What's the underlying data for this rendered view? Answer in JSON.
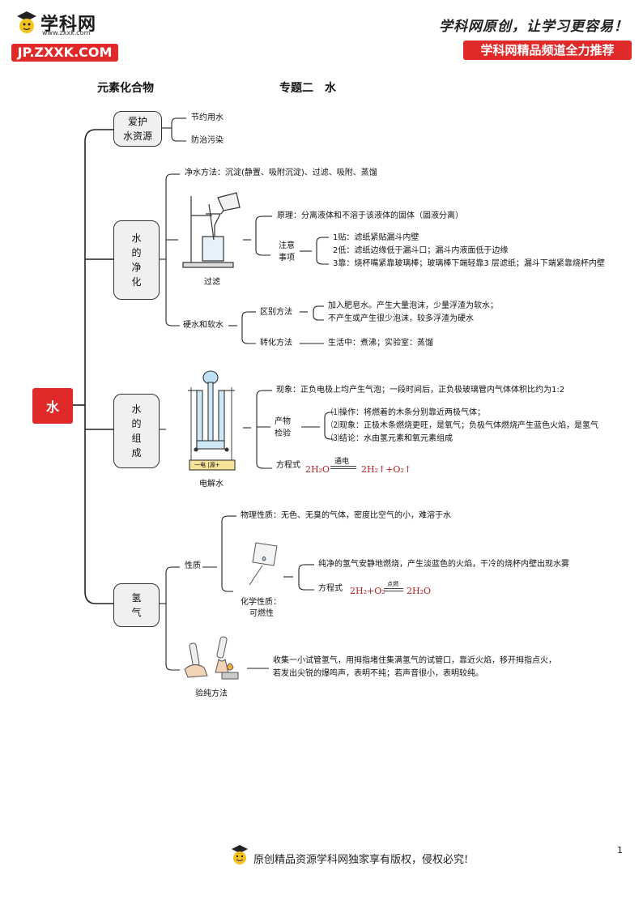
{
  "header": {
    "brand": "学科网",
    "url": "www.zxxk.com",
    "badge": "JP.ZXXK.COM",
    "slogan": "学科网原创，让学习更容易！",
    "recommend": "学科网精品频道全力推荐"
  },
  "title": {
    "left": "元素化合物",
    "right": "专题二　水"
  },
  "root": "水",
  "protect": {
    "label_line1": "爱护",
    "label_line2": "水资源",
    "items": [
      "节约用水",
      "防治污染"
    ]
  },
  "purify": {
    "label": [
      "水",
      "的",
      "净",
      "化"
    ],
    "methods": "净水方法：沉淀(静置、吸附沉淀)、过滤、吸附、蒸馏",
    "filter_caption": "过滤",
    "principle": "原理：分离液体和不溶于该液体的固体（固液分离）",
    "notice_line1": "注意",
    "notice_line2": "事项",
    "notice_items": [
      "1贴：滤纸紧贴漏斗内壁",
      "2低：滤纸边缘低于漏斗口；漏斗内液面低于边缘",
      "3靠：烧杯嘴紧靠玻璃棒；玻璃棒下端轻靠3 层滤纸；漏斗下端紧靠烧杯内壁"
    ],
    "hard_soft": "硬水和软水",
    "distinguish": "区别方法",
    "distinguish_items": [
      "加入肥皂水。产生大量泡沫，少量浮渣为软水；",
      "不产生或产生很少泡沫，较多浮渣为硬水"
    ],
    "convert": "转化方法",
    "convert_text": "生活中：煮沸；实验室：蒸馏"
  },
  "composition": {
    "label": [
      "水",
      "的",
      "组",
      "成"
    ],
    "phenomenon": "现象：正负电极上均产生气泡；一段时间后，正负极玻璃管内气体体积比约为1:2",
    "product_line1": "产物",
    "product_line2": "检验",
    "product_items": [
      "⑴操作：将燃着的木条分别靠近两极气体；",
      "⑵现象：正极木条燃烧更旺，是氧气；负极气体燃烧产生蓝色火焰，是氢气",
      "⑶结论：水由氢元素和氧元素组成"
    ],
    "equation_label": "方程式",
    "eq_left": "2H₂O",
    "eq_condition": "通电",
    "eq_right": "2H₂↑+O₂↑",
    "device_label": "一电 |源+",
    "caption": "电解水"
  },
  "hydrogen": {
    "label": [
      "氢",
      "气"
    ],
    "property": "性质",
    "physical": "物理性质：无色、无臭的气体，密度比空气的小，难溶于水",
    "chemical_line1": "化学性质：",
    "chemical_line2": "可燃性",
    "burn_text": "纯净的氢气安静地燃烧，产生淡蓝色的火焰，干冷的烧杯内壁出现水雾",
    "equation_label": "方程式",
    "eq_left": "2H₂+O₂",
    "eq_condition": "点燃",
    "eq_right": "2H₂O",
    "purity": "验纯方法",
    "purity_items": [
      "收集一小试管氢气，用拇指堵住集满氢气的试管口，靠近火焰，移开拇指点火，",
      "若发出尖锐的爆鸣声，表明不纯；若声音很小，表明较纯。"
    ]
  },
  "footer": {
    "text": "原创精品资源学科网独家享有版权，侵权必究!",
    "page": "1"
  }
}
